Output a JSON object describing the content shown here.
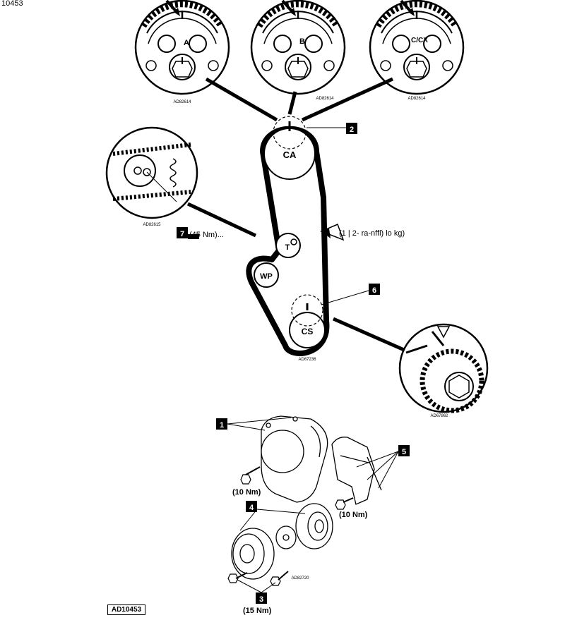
{
  "diagram": {
    "corner_id": "10453",
    "reference": "AD10453",
    "insets": {
      "sprocket_a": {
        "letter": "A",
        "code": "AD82614"
      },
      "sprocket_b": {
        "letter": "B",
        "code": "AD82614"
      },
      "sprocket_ccx": {
        "letter": "C/CX",
        "code": "AD82614"
      },
      "tensioner": {
        "code": "AD82615"
      },
      "crank": {
        "code": "AD67862"
      }
    },
    "belt_code": "AD67236",
    "parts_code": "AD82720",
    "pulleys": {
      "camshaft": "CA",
      "tensioner": "T",
      "water_pump": "WP",
      "crankshaft": "CS"
    },
    "callouts": {
      "c1": "1",
      "c2": "2",
      "c3": "3",
      "c4": "4",
      "c5": "5",
      "c6": "6",
      "c7": "7"
    },
    "torques": {
      "tensioner": "(45 Nm)...",
      "belt": "(1 | 2- ra-nffl) lo kg)",
      "cover_bolt_left": "(10 Nm)",
      "cover_bolt_right": "(10 Nm)",
      "pulley_bolts": "(15 Nm)"
    }
  }
}
